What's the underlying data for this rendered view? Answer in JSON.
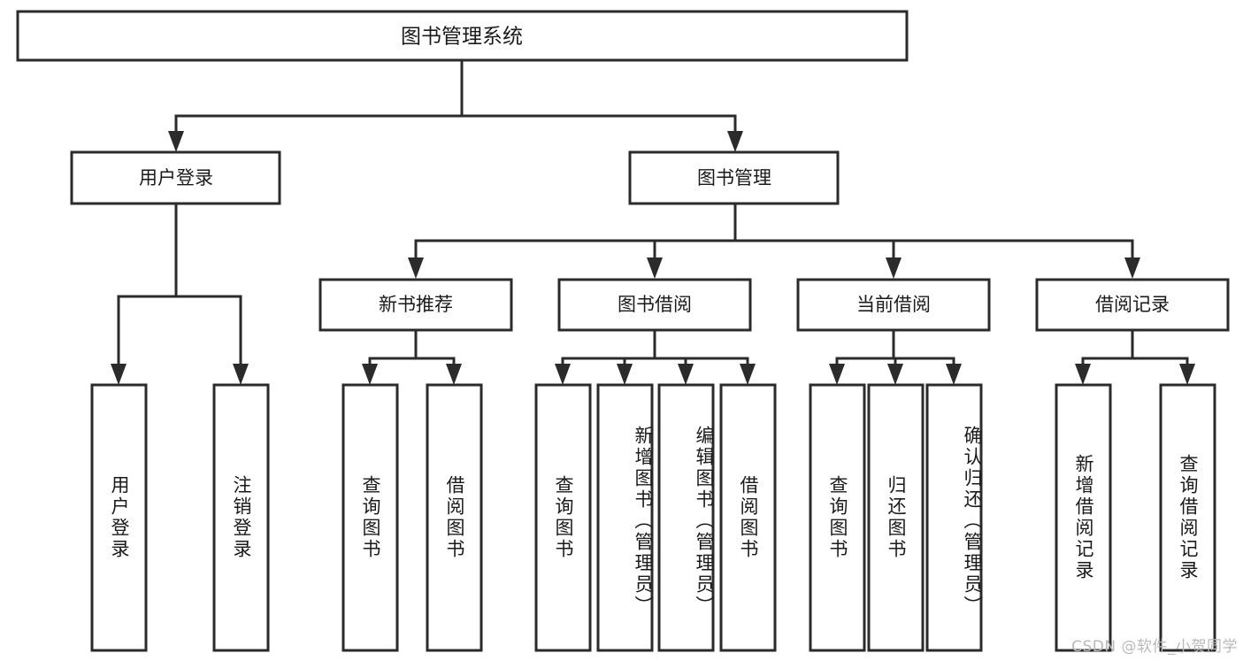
{
  "diagram": {
    "type": "tree-hierarchy",
    "title": "图书管理系统",
    "colors": {
      "stroke": "#2b2b2b",
      "box_fill": "#ffffff",
      "text": "#1a1a1a",
      "background": "#ffffff",
      "watermark": "#b9b9b9"
    },
    "root": {
      "label": "图书管理系统"
    },
    "level2": [
      {
        "label": "用户登录"
      },
      {
        "label": "图书管理"
      }
    ],
    "level3": [
      {
        "label": "新书推荐"
      },
      {
        "label": "图书借阅"
      },
      {
        "label": "当前借阅"
      },
      {
        "label": "借阅记录"
      }
    ],
    "leaves": {
      "user_login": [
        {
          "label": "用户登录"
        },
        {
          "label": "注销登录"
        }
      ],
      "new_book_recommend": [
        {
          "label": "查询图书"
        },
        {
          "label": "借阅图书"
        }
      ],
      "book_borrow": [
        {
          "label": "查询图书"
        },
        {
          "label": "新增图书（管理员）"
        },
        {
          "label": "编辑图书（管理员）"
        },
        {
          "label": "借阅图书"
        }
      ],
      "current_borrow": [
        {
          "label": "查询图书"
        },
        {
          "label": "归还图书"
        },
        {
          "label": "确认归还（管理员）"
        }
      ],
      "borrow_record": [
        {
          "label": "新增借阅记录"
        },
        {
          "label": "查询借阅记录"
        }
      ]
    }
  },
  "watermark": {
    "text": "CSDN @软件_小贺同学"
  }
}
